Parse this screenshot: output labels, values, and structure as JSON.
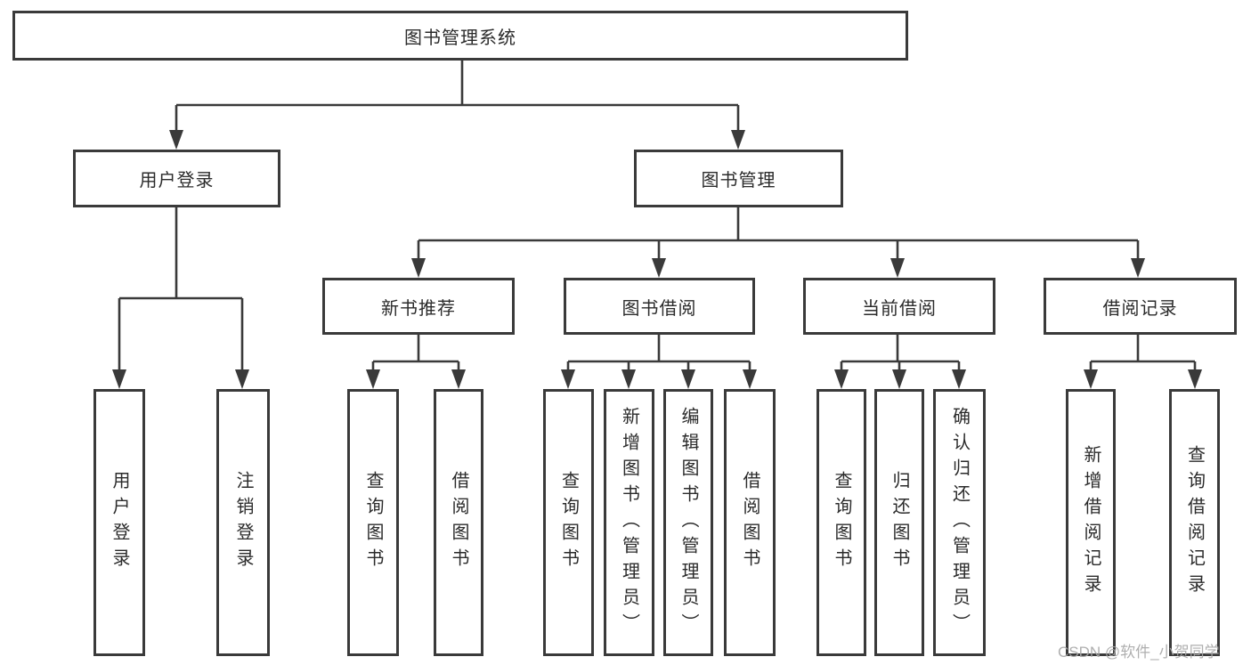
{
  "tree": {
    "root": {
      "label": "图书管理系统"
    },
    "branches": [
      {
        "label": "用户登录",
        "children": [
          {
            "label": "用户登录"
          },
          {
            "label": "注销登录"
          }
        ]
      },
      {
        "label": "图书管理",
        "children": [
          {
            "label": "新书推荐",
            "children": [
              {
                "label": "查询图书"
              },
              {
                "label": "借阅图书"
              }
            ]
          },
          {
            "label": "图书借阅",
            "children": [
              {
                "label": "查询图书"
              },
              {
                "label": "新增图书（管理员）"
              },
              {
                "label": "编辑图书（管理员）"
              },
              {
                "label": "借阅图书"
              }
            ]
          },
          {
            "label": "当前借阅",
            "children": [
              {
                "label": "查询图书"
              },
              {
                "label": "归还图书"
              },
              {
                "label": "确认归还（管理员）"
              }
            ]
          },
          {
            "label": "借阅记录",
            "children": [
              {
                "label": "新增借阅记录"
              },
              {
                "label": "查询借阅记录"
              }
            ]
          }
        ]
      }
    ]
  },
  "watermark": {
    "text": "CSDN @软件_小贺同学"
  },
  "colors": {
    "line": "#3a3a3a",
    "box_border": "#3a3a3a",
    "text": "#2b2b2b",
    "watermark": "#a8a8a8",
    "background": "#ffffff"
  }
}
